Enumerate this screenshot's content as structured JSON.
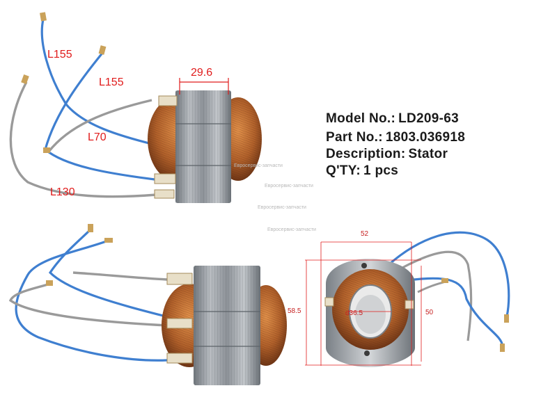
{
  "spec": {
    "model_label": "Model No.:",
    "model_value": "LD209-63",
    "part_label": "Part No.:",
    "part_value": "1803.036918",
    "desc_label": "Description:",
    "desc_value": "Stator",
    "qty_label": "Q'TY:",
    "qty_value": "1 pcs"
  },
  "dimensions": {
    "stack_width": "29.6",
    "lead_1": "L155",
    "lead_2": "L155",
    "lead_3": "L70",
    "lead_4": "L130",
    "top_width": "52",
    "height": "58.5",
    "bore": "d36.5",
    "side_width": "50"
  },
  "watermark": {
    "text_1": "Евросервис-запчасти",
    "text_2": "Евросервис-запчасти",
    "text_3": "Евросервис-запчасти",
    "text_4": "Евросервис-запчасти"
  },
  "colors": {
    "dimension_red": "#e01b1b",
    "wire_blue": "#3f7fd0",
    "wire_grey": "#9a9a9a",
    "copper": "#b86a2c",
    "lamination": "#9ea3a8"
  }
}
